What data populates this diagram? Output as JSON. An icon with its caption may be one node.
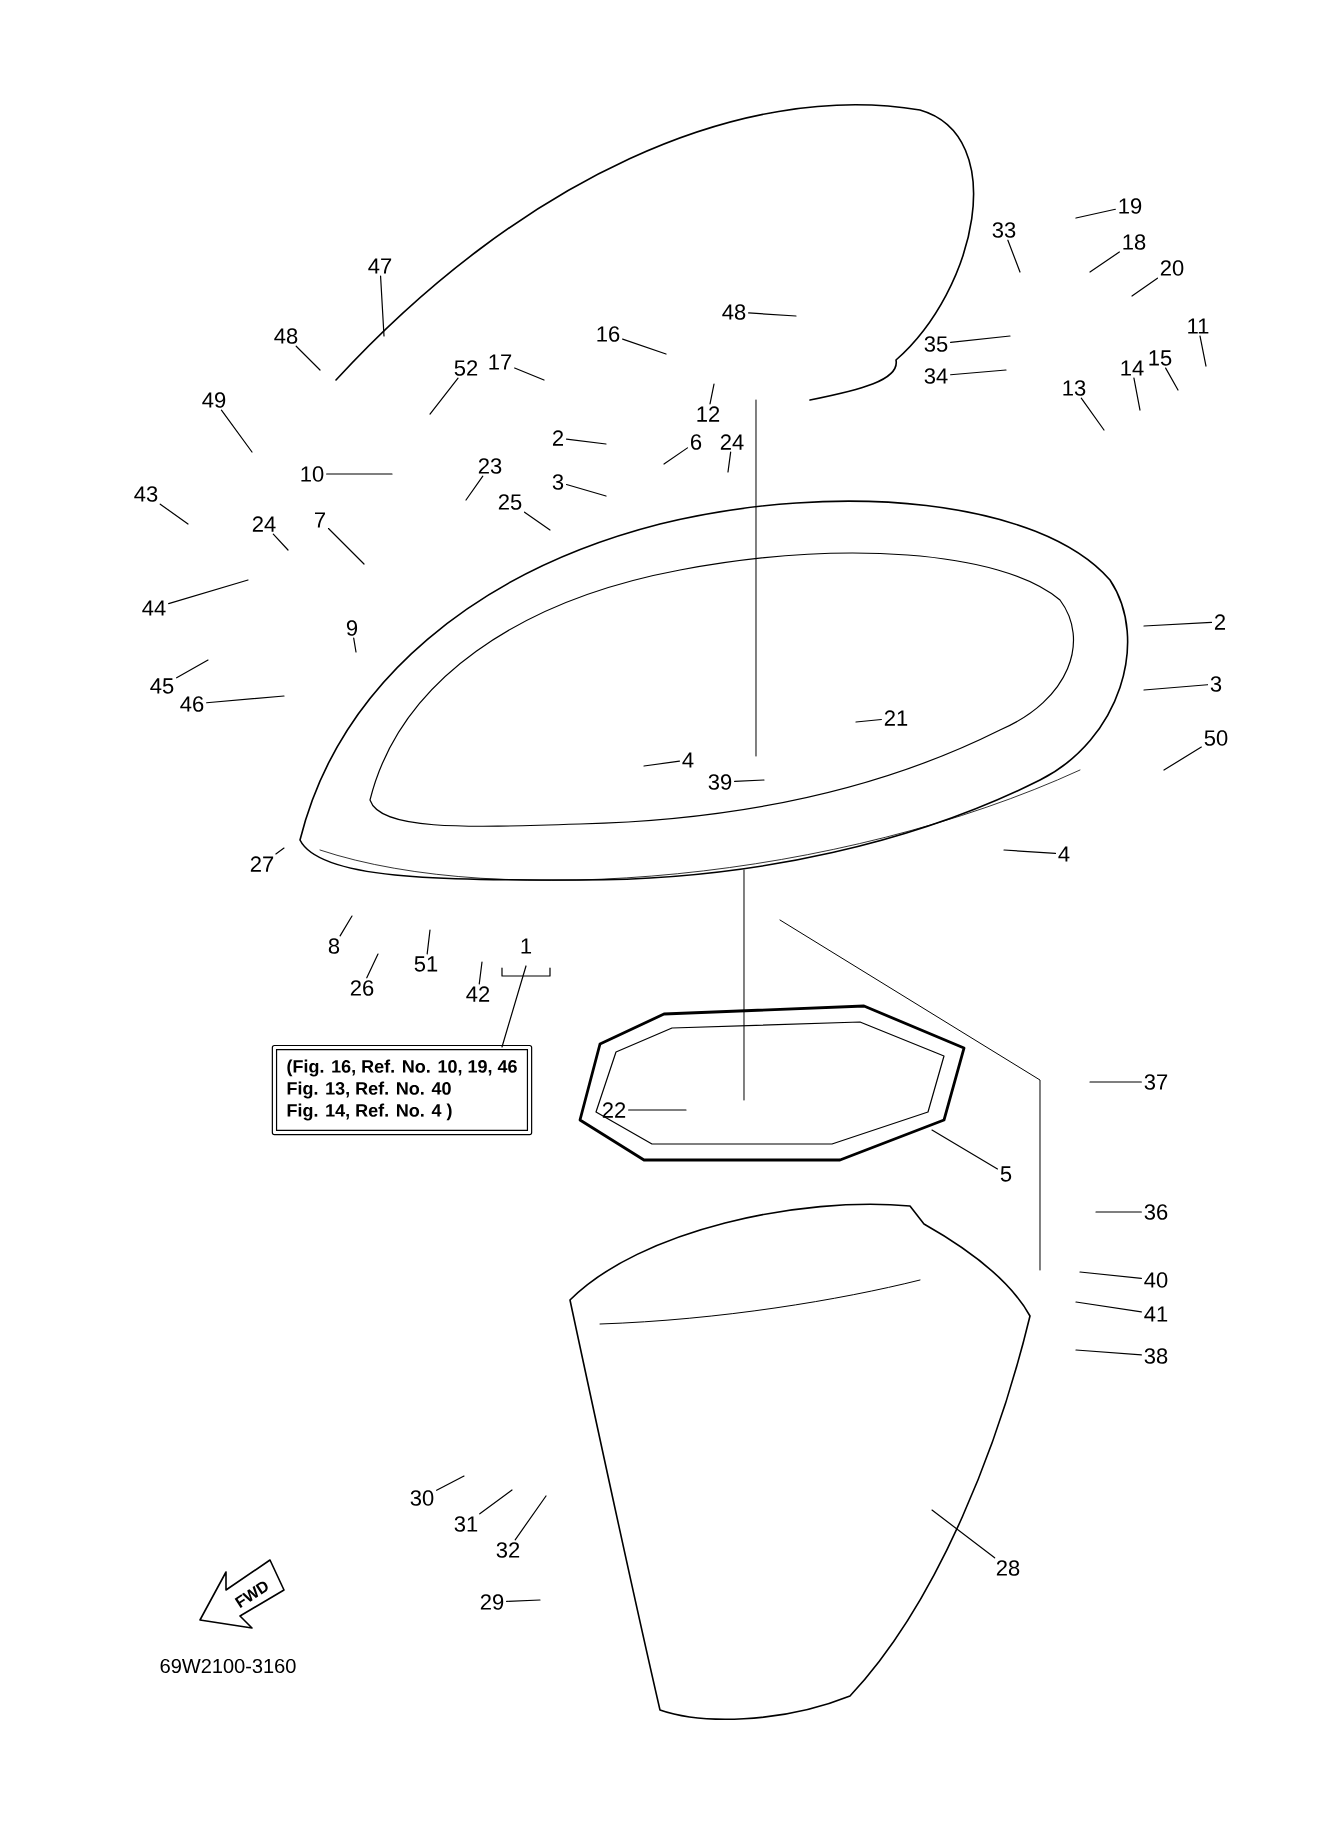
{
  "diagram": {
    "nodes": [
      {
        "text": [
          "47"
        ]
      },
      {
        "text": [
          "48"
        ]
      },
      {
        "text": [
          "49"
        ]
      },
      {
        "text": [
          "52"
        ]
      },
      {
        "text": [
          "16"
        ]
      },
      {
        "text": [
          "17"
        ]
      },
      {
        "text": [
          "48"
        ]
      },
      {
        "text": [
          "12"
        ]
      },
      {
        "text": [
          "2"
        ]
      },
      {
        "text": [
          "6"
        ]
      },
      {
        "text": [
          "24"
        ]
      },
      {
        "text": [
          "3"
        ]
      },
      {
        "text": [
          "25"
        ]
      },
      {
        "text": [
          "23"
        ]
      },
      {
        "text": [
          "10"
        ]
      },
      {
        "text": [
          "7"
        ]
      },
      {
        "text": [
          "24"
        ]
      },
      {
        "text": [
          "43"
        ]
      },
      {
        "text": [
          "44"
        ]
      },
      {
        "text": [
          "45"
        ]
      },
      {
        "text": [
          "46"
        ]
      },
      {
        "text": [
          "9"
        ]
      },
      {
        "text": [
          "33"
        ]
      },
      {
        "text": [
          "19"
        ]
      },
      {
        "text": [
          "18"
        ]
      },
      {
        "text": [
          "20"
        ]
      },
      {
        "text": [
          "35"
        ]
      },
      {
        "text": [
          "34"
        ]
      },
      {
        "text": [
          "13"
        ]
      },
      {
        "text": [
          "14"
        ]
      },
      {
        "text": [
          "15"
        ]
      },
      {
        "text": [
          "11"
        ]
      },
      {
        "text": [
          "2"
        ]
      },
      {
        "text": [
          "3"
        ]
      },
      {
        "text": [
          "50"
        ]
      },
      {
        "text": [
          "21"
        ]
      },
      {
        "text": [
          "4"
        ]
      },
      {
        "text": [
          "39"
        ]
      },
      {
        "text": [
          "4"
        ]
      },
      {
        "text": [
          "27"
        ]
      },
      {
        "text": [
          "8"
        ]
      },
      {
        "text": [
          "26"
        ]
      },
      {
        "text": [
          "51"
        ]
      },
      {
        "text": [
          "42"
        ]
      },
      {
        "text": [
          "1"
        ]
      },
      {
        "text": [
          "22"
        ]
      },
      {
        "text": [
          "5"
        ]
      },
      {
        "text": [
          "37"
        ]
      },
      {
        "text": [
          "36"
        ]
      },
      {
        "text": [
          "40"
        ]
      },
      {
        "text": [
          "41"
        ]
      },
      {
        "text": [
          "38"
        ]
      },
      {
        "text": [
          "30"
        ]
      },
      {
        "text": [
          "31"
        ]
      },
      {
        "text": [
          "32"
        ]
      },
      {
        "text": [
          "29"
        ]
      },
      {
        "text": [
          "28"
        ]
      },
      {
        "text": [
          "(Fig. 16, Ref. No. 10, 19, 46",
          "Fig. 13, Ref. No. 40",
          "Fig. 14, Ref. No. 4 )"
        ]
      }
    ],
    "edges": [
      {
        "from": 0,
        "to": null,
        "arrow": "none"
      },
      {
        "from": 1,
        "to": null,
        "arrow": "none"
      },
      {
        "from": 2,
        "to": null,
        "arrow": "none"
      },
      {
        "from": 3,
        "to": null,
        "arrow": "none"
      },
      {
        "from": 4,
        "to": null,
        "arrow": "none"
      },
      {
        "from": 5,
        "to": null,
        "arrow": "none"
      },
      {
        "from": 6,
        "to": null,
        "arrow": "none"
      },
      {
        "from": 7,
        "to": null,
        "arrow": "none"
      },
      {
        "from": 8,
        "to": null,
        "arrow": "none"
      },
      {
        "from": 9,
        "to": null,
        "arrow": "none"
      },
      {
        "from": 10,
        "to": null,
        "arrow": "none"
      },
      {
        "from": 11,
        "to": null,
        "arrow": "none"
      },
      {
        "from": 12,
        "to": null,
        "arrow": "none"
      },
      {
        "from": 13,
        "to": null,
        "arrow": "none"
      },
      {
        "from": 14,
        "to": null,
        "arrow": "none"
      },
      {
        "from": 15,
        "to": null,
        "arrow": "none"
      },
      {
        "from": 16,
        "to": null,
        "arrow": "none"
      },
      {
        "from": 17,
        "to": null,
        "arrow": "none"
      },
      {
        "from": 18,
        "to": null,
        "arrow": "none"
      },
      {
        "from": 19,
        "to": null,
        "arrow": "none"
      },
      {
        "from": 20,
        "to": null,
        "arrow": "none"
      },
      {
        "from": 21,
        "to": null,
        "arrow": "none"
      },
      {
        "from": 22,
        "to": null,
        "arrow": "none"
      },
      {
        "from": 23,
        "to": null,
        "arrow": "none"
      },
      {
        "from": 24,
        "to": null,
        "arrow": "none"
      },
      {
        "from": 25,
        "to": null,
        "arrow": "none"
      },
      {
        "from": 26,
        "to": null,
        "arrow": "none"
      },
      {
        "from": 27,
        "to": null,
        "arrow": "none"
      },
      {
        "from": 28,
        "to": null,
        "arrow": "none"
      },
      {
        "from": 29,
        "to": null,
        "arrow": "none"
      },
      {
        "from": 30,
        "to": null,
        "arrow": "none"
      },
      {
        "from": 31,
        "to": null,
        "arrow": "none"
      },
      {
        "from": 32,
        "to": null,
        "arrow": "none"
      },
      {
        "from": 33,
        "to": null,
        "arrow": "none"
      },
      {
        "from": 34,
        "to": null,
        "arrow": "none"
      },
      {
        "from": 35,
        "to": null,
        "arrow": "none"
      },
      {
        "from": 36,
        "to": null,
        "arrow": "none"
      },
      {
        "from": 37,
        "to": null,
        "arrow": "none"
      },
      {
        "from": 38,
        "to": null,
        "arrow": "none"
      },
      {
        "from": 39,
        "to": null,
        "arrow": "none"
      },
      {
        "from": 40,
        "to": null,
        "arrow": "none"
      },
      {
        "from": 41,
        "to": null,
        "arrow": "none"
      },
      {
        "from": 42,
        "to": null,
        "arrow": "none"
      },
      {
        "from": 43,
        "to": null,
        "arrow": "none"
      },
      {
        "from": 57,
        "to": 44,
        "arrow": "none"
      },
      {
        "from": 45,
        "to": null,
        "arrow": "none"
      },
      {
        "from": 46,
        "to": null,
        "arrow": "none"
      },
      {
        "from": 47,
        "to": null,
        "arrow": "none"
      },
      {
        "from": 48,
        "to": null,
        "arrow": "none"
      },
      {
        "from": 49,
        "to": null,
        "arrow": "none"
      },
      {
        "from": 50,
        "to": null,
        "arrow": "none"
      },
      {
        "from": 51,
        "to": null,
        "arrow": "none"
      },
      {
        "from": 52,
        "to": null,
        "arrow": "none"
      },
      {
        "from": 53,
        "to": null,
        "arrow": "none"
      },
      {
        "from": 54,
        "to": null,
        "arrow": "none"
      },
      {
        "from": 55,
        "to": null,
        "arrow": "none"
      },
      {
        "from": 56,
        "to": null,
        "arrow": "none"
      }
    ],
    "labels": [
      "FWD",
      "69W2100-3160"
    ]
  }
}
